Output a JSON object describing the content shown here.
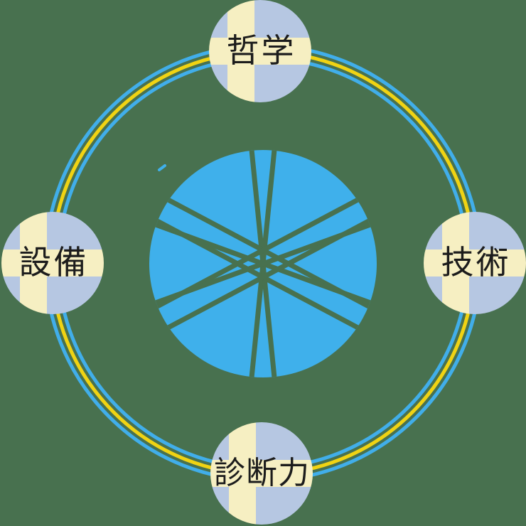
{
  "diagram": {
    "background_color": "#48714f",
    "ring": {
      "outer_color": "#41aeea",
      "middle_color": "#f0d313",
      "inner_color": "#41aeea"
    },
    "center_logo": {
      "name": "snowflake-star-disc",
      "disc_color": "#3fb0eb",
      "cut_line_color": "#48714f"
    },
    "node_style": {
      "circle_color": "#b6c7e2",
      "cross_color": "#f6efc2",
      "text_color": "#1c1c1c"
    },
    "nodes": {
      "top": {
        "label": "哲学"
      },
      "right": {
        "label": "技術"
      },
      "bottom": {
        "label": "診断力"
      },
      "left": {
        "label": "設備"
      }
    }
  }
}
